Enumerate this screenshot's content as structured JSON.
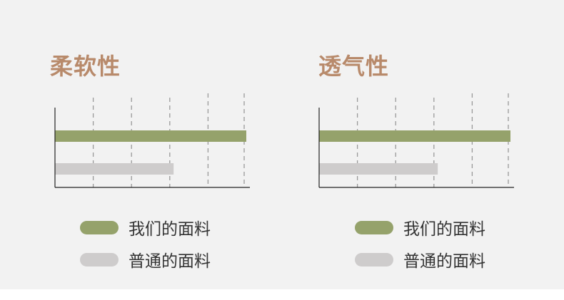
{
  "colors": {
    "ours": "#95a26b",
    "normal": "#cecccc",
    "title": "#b88a6b"
  },
  "chart_data": [
    {
      "type": "bar",
      "title": "柔软性",
      "categories": [
        "我们的面料",
        "普通的面料"
      ],
      "values": [
        5,
        3.1
      ],
      "xlim": [
        0,
        5
      ],
      "grid": true,
      "legend": "bottom"
    },
    {
      "type": "bar",
      "title": "透气性",
      "categories": [
        "我们的面料",
        "普通的面料"
      ],
      "values": [
        5,
        3.1
      ],
      "xlim": [
        0,
        5
      ],
      "grid": true,
      "legend": "bottom"
    }
  ]
}
